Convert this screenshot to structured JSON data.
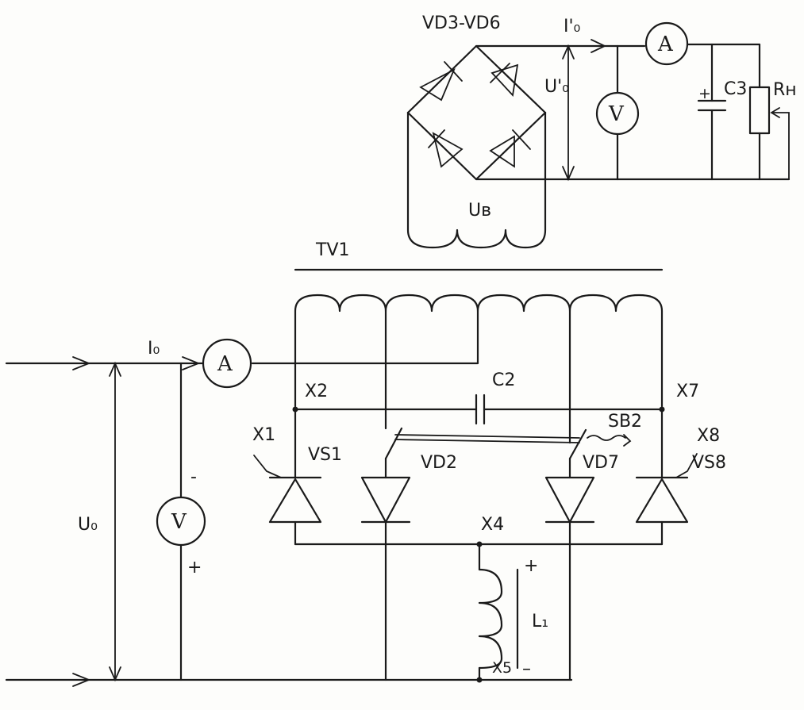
{
  "labels": {
    "bridge": "VD3-VD6",
    "load_current": "I'₀",
    "load_voltage": "U'₀",
    "capacitor_c3": "C3",
    "load_resistor": "Rн",
    "secondary_voltage": "Uв",
    "transformer": "TV1",
    "input_current": "I₀",
    "input_voltage": "U₀",
    "node_x1": "X1",
    "node_x2": "X2",
    "node_x4": "X4",
    "node_x5": "X5",
    "node_x7": "X7",
    "node_x8": "X8",
    "capacitor_c2": "C2",
    "switch_sb2": "SB2",
    "thyristor_vs1": "VS1",
    "thyristor_vs8": "VS8",
    "diode_vd2": "VD2",
    "diode_vd7": "VD7",
    "inductor_l1": "L₁",
    "minus": "-",
    "plus": "+",
    "minus_dash": "–"
  },
  "meters": {
    "ammeter": "A",
    "voltmeter": "V"
  }
}
